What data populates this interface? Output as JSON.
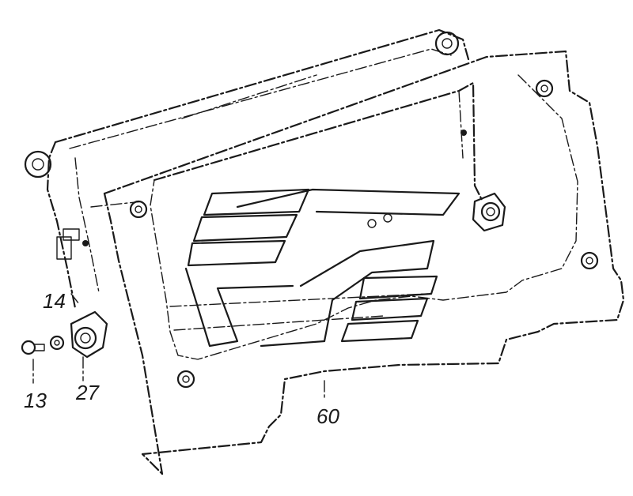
{
  "callouts": {
    "part_14": "14",
    "part_13": "13",
    "part_27": "27",
    "part_60": "60"
  },
  "colors": {
    "line": "#1a1a1a",
    "background": "#ffffff"
  }
}
